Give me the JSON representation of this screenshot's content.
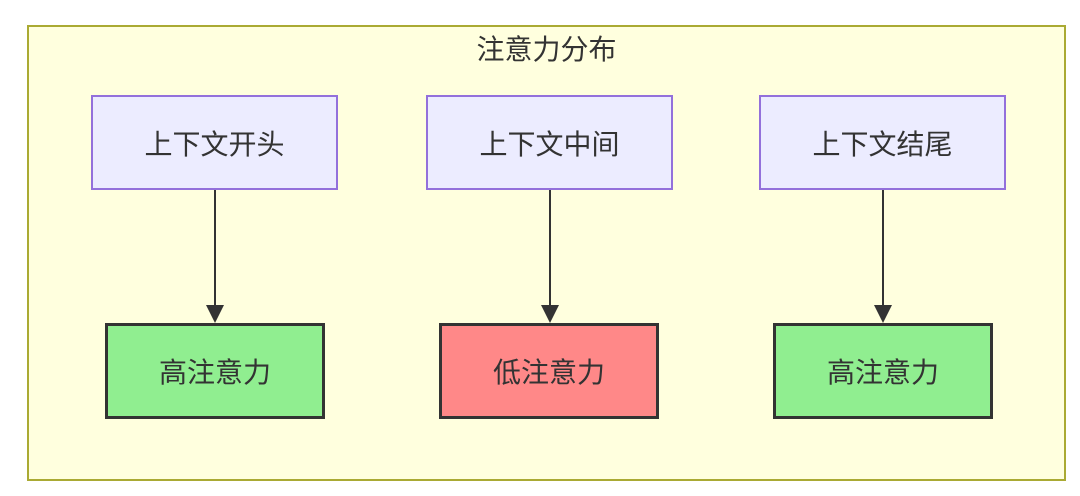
{
  "diagram": {
    "title": "注意力分布",
    "columns": [
      {
        "source": "上下文开头",
        "target": "高注意力",
        "level": "high"
      },
      {
        "source": "上下文中间",
        "target": "低注意力",
        "level": "low"
      },
      {
        "source": "上下文结尾",
        "target": "高注意力",
        "level": "high"
      }
    ],
    "colors": {
      "canvas_bg": "#ffffff",
      "container_bg": "#ffffde",
      "container_border": "#aaaa33",
      "source_bg": "#ececff",
      "source_border": "#9370db",
      "high_bg": "#90ee90",
      "low_bg": "#ff8888",
      "target_border": "#333333",
      "arrow_color": "#333333",
      "text_color": "#333333"
    }
  }
}
